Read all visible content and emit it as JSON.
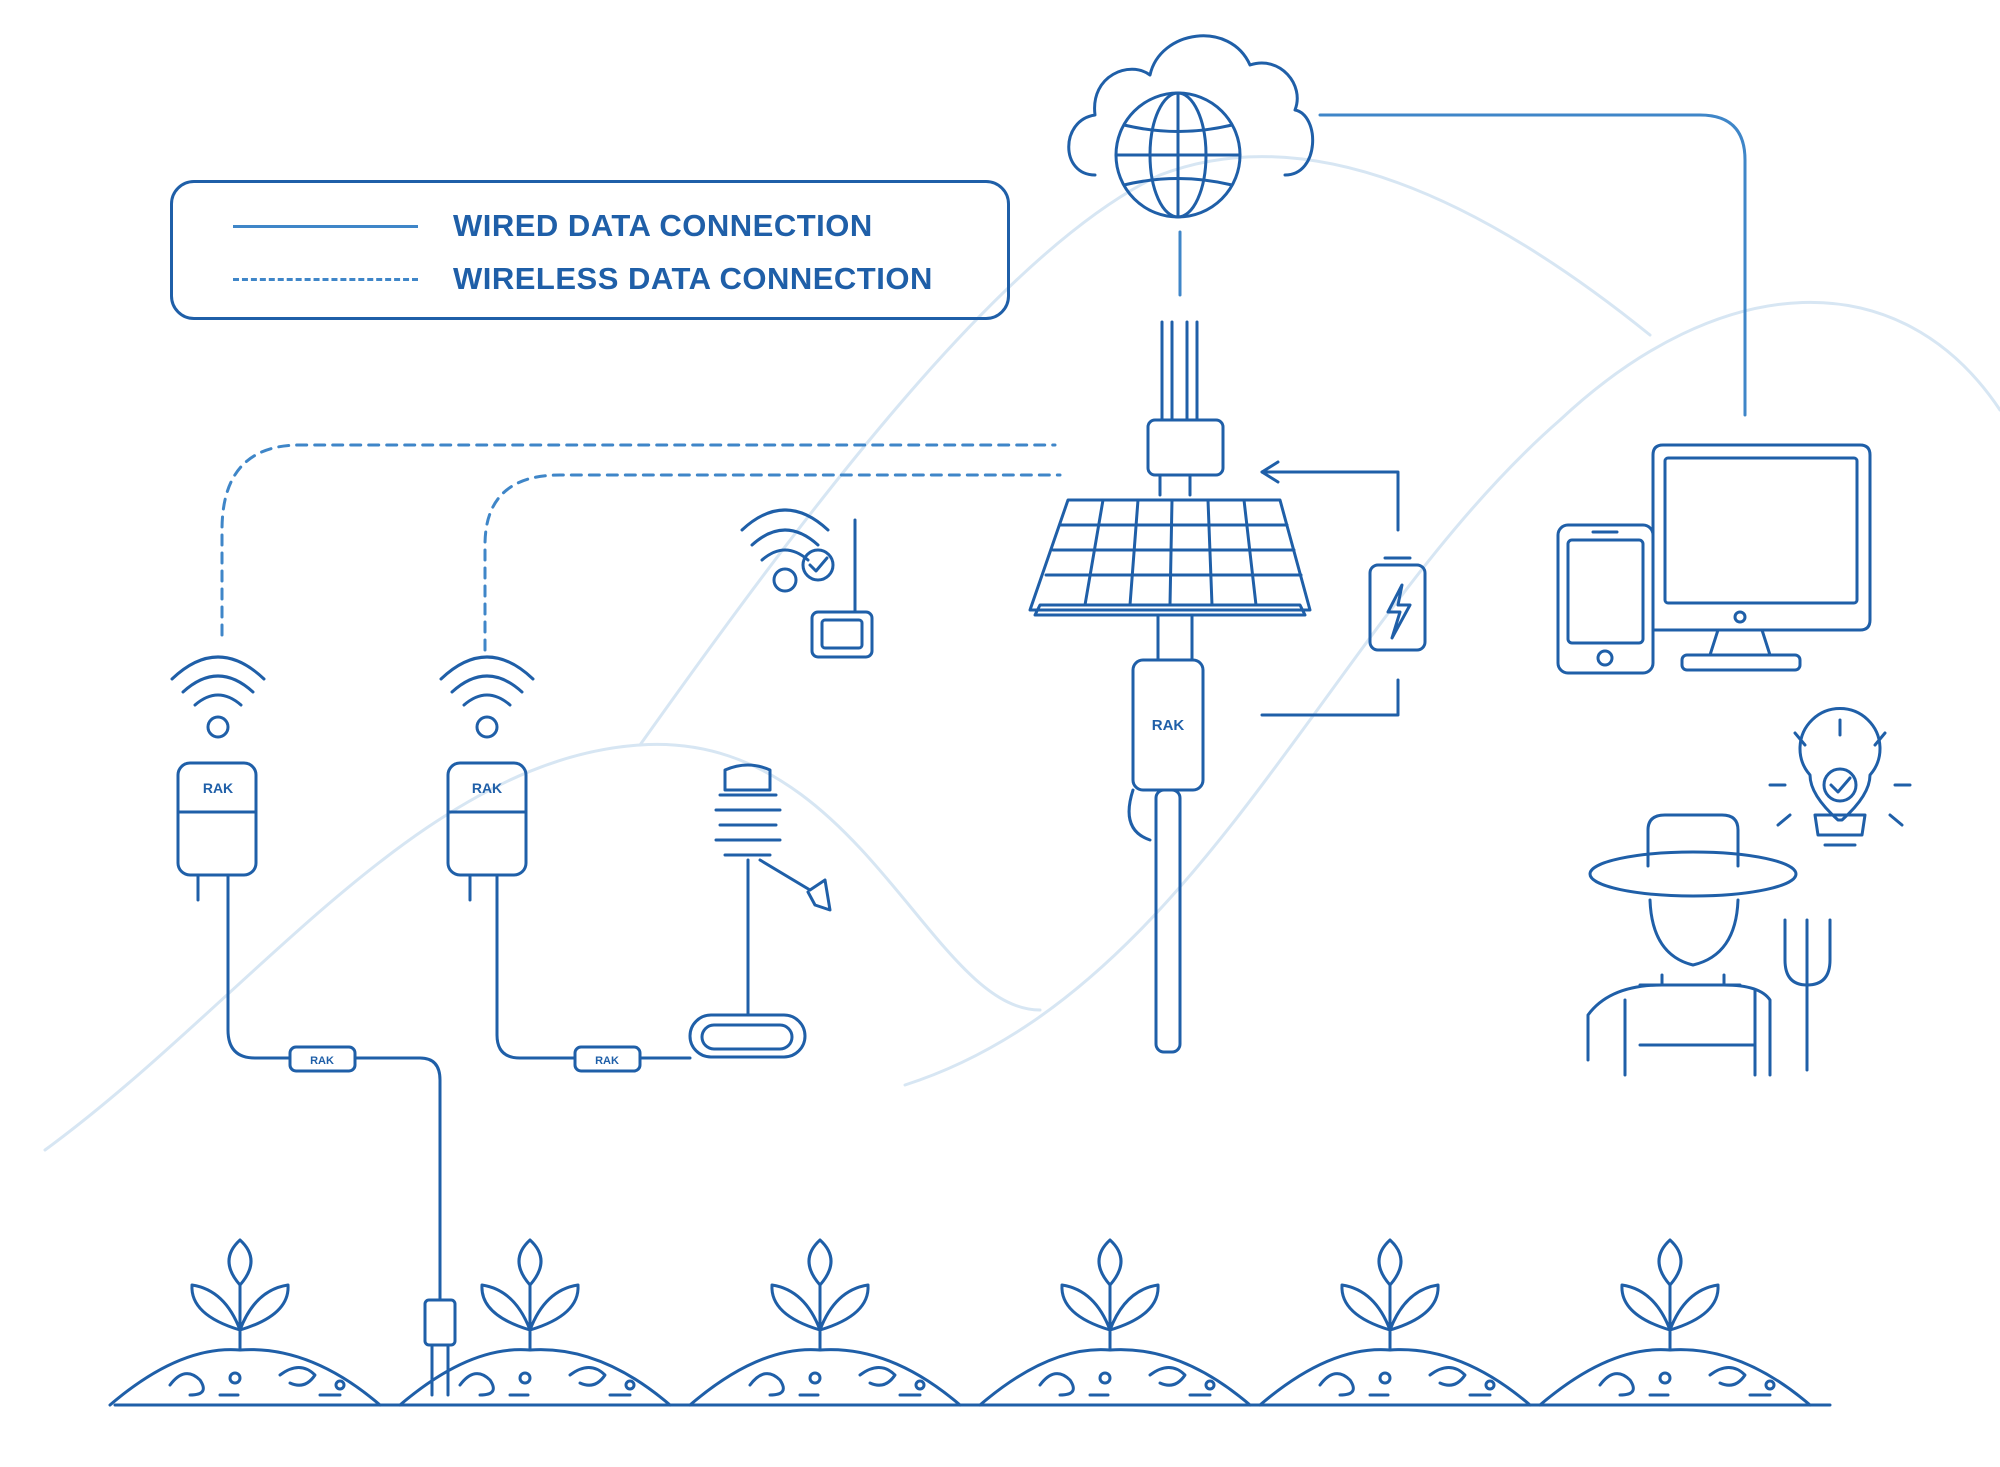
{
  "legend": {
    "wired_label": "WIRED DATA CONNECTION",
    "wireless_label": "WIRELESS DATA CONNECTION"
  },
  "brand": {
    "node_label": "RAK",
    "gateway_label": "RAK",
    "connector_label": "RAK"
  },
  "colors": {
    "primary": "#1f5fa8",
    "line": "#3f86c8",
    "hill": "#d7e6f3"
  },
  "icons": [
    "cloud-icon",
    "globe-icon",
    "wifi-icon",
    "battery-charging-icon",
    "solar-panel-icon",
    "tablet-icon",
    "monitor-icon",
    "lightbulb-check-icon",
    "farmer-icon",
    "pitchfork-icon",
    "plant-icon",
    "weather-station-icon",
    "sensor-probe-icon"
  ]
}
